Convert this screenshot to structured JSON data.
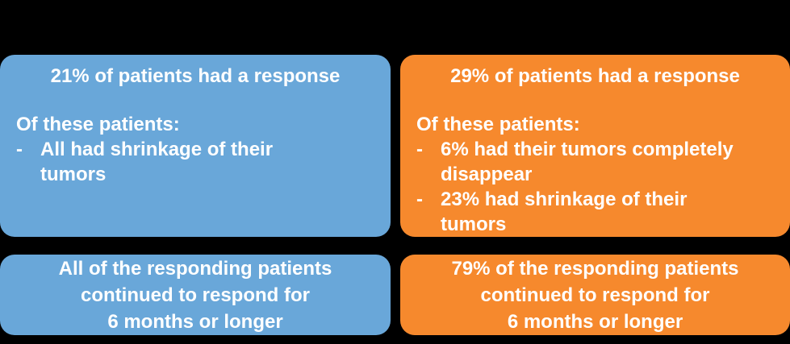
{
  "background_color": "#000000",
  "text_color": "#FFFFFF",
  "bullet_marker": "-",
  "panels": {
    "top_left": {
      "color": "#69A7D9",
      "title": "21% of patients had a response",
      "lead": "Of these patients:",
      "bullets": [
        "All had shrinkage of their\ntumors"
      ]
    },
    "top_right": {
      "color": "#F6892D",
      "title": "29% of patients had a response",
      "lead": "Of these patients:",
      "bullets": [
        "6% had their tumors completely\ndisappear",
        "23% had shrinkage of their\ntumors"
      ]
    },
    "bottom_left": {
      "color": "#69A7D9",
      "text": "All of the responding patients\ncontinued to respond for\n6 months or longer"
    },
    "bottom_right": {
      "color": "#F6892D",
      "text": "79% of the responding patients\ncontinued to respond for\n6 months or longer"
    }
  }
}
